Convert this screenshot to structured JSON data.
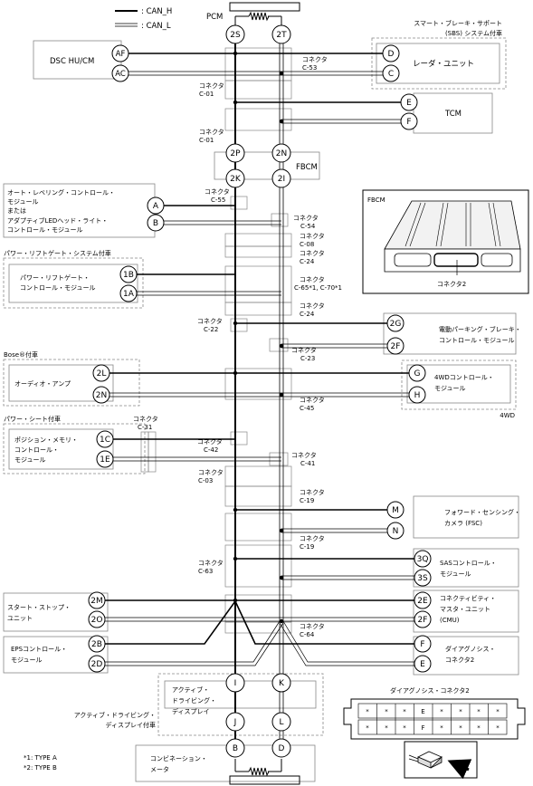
{
  "legend": {
    "can_h": ": CAN_H",
    "can_l": ": CAN_L"
  },
  "pcm": {
    "label": "PCM",
    "pin_h": "2S",
    "pin_l": "2T"
  },
  "sbs": {
    "group": [
      "スマート・ブレーキ・サポート",
      "(SBS) システム付車"
    ],
    "label": "レーダ・ユニット",
    "pin_h": "D",
    "pin_l": "C"
  },
  "dsc": {
    "label": "DSC HU/CM",
    "pin_h": "AF",
    "pin_l": "AC"
  },
  "c53": [
    "コネクタ",
    "C-53"
  ],
  "c01a": [
    "コネクタ",
    "C-01"
  ],
  "tcm": {
    "label": "TCM",
    "pin_h": "E",
    "pin_l": "F"
  },
  "c01b": [
    "コネクタ",
    "C-01"
  ],
  "fbcm": {
    "label": "FBCM",
    "pin_h1": "2P",
    "pin_l1": "2N",
    "pin_h2": "2K",
    "pin_l2": "2I"
  },
  "c55": [
    "コネクタ",
    "C-55"
  ],
  "leveling": {
    "label": [
      "オート・レベリング・コントロール・",
      "モジュール",
      "または",
      "アダプティブLEDヘッド・ライト・",
      "コントロール・モジュール"
    ],
    "pin_h": "A",
    "pin_l": "B"
  },
  "c54": [
    "コネクタ",
    "C-54"
  ],
  "c08": [
    "コネクタ",
    "C-08"
  ],
  "c24a": [
    "コネクタ",
    "C-24"
  ],
  "inset": {
    "title": "FBCM",
    "caption": "コネクタ2"
  },
  "liftgate": {
    "group": "パワー・リフトゲート・システム付車",
    "label": [
      "パワー・リフトゲート・",
      "コントロール・モジュール"
    ],
    "pin_h": "1B",
    "pin_l": "1A"
  },
  "c65": [
    "コネクタ",
    "C-65*1, C-70*1"
  ],
  "c24b": [
    "コネクタ",
    "C-24"
  ],
  "c22": [
    "コネクタ",
    "C-22"
  ],
  "epb": {
    "label": [
      "電動パーキング・ブレーキ・",
      "コントロール・モジュール"
    ],
    "pin_h": "2G",
    "pin_l": "2F"
  },
  "c23": [
    "コネクタ",
    "C-23"
  ],
  "bose": {
    "group": "Bose®付車",
    "label": "オーディオ・アンプ",
    "pin_h": "2L",
    "pin_l": "2N"
  },
  "awd": {
    "group": "4WD",
    "label": [
      "4WDコントロール・",
      "モジュール"
    ],
    "pin_h": "G",
    "pin_l": "H"
  },
  "c45": [
    "コネクタ",
    "C-45"
  ],
  "seat": {
    "group": "パワー・シート付車",
    "label": [
      "ポジション・メモリ・",
      "コントロール・",
      "モジュール"
    ],
    "pin_h": "1C",
    "pin_l": "1E"
  },
  "c31": [
    "コネクタ",
    "C-31"
  ],
  "c42": [
    "コネクタ",
    "C-42"
  ],
  "c41": [
    "コネクタ",
    "C-41"
  ],
  "c03": [
    "コネクタ",
    "C-03"
  ],
  "c19a": [
    "コネクタ",
    "C-19"
  ],
  "fsc": {
    "label": [
      "フォワード・センシング・",
      "カメラ (FSC)"
    ],
    "pin_h": "M",
    "pin_l": "N"
  },
  "c19b": [
    "コネクタ",
    "C-19"
  ],
  "c63": [
    "コネクタ",
    "C-63"
  ],
  "sas": {
    "label": [
      "SASコントロール・",
      "モジュール"
    ],
    "pin_h": "3Q",
    "pin_l": "3S"
  },
  "startstop": {
    "label": [
      "スタート・ストップ・",
      "ユニット"
    ],
    "pin_h": "2M",
    "pin_l": "2O"
  },
  "cmu": {
    "label": [
      "コネクティビティ・",
      "マスタ・ユニット",
      "(CMU)"
    ],
    "pin_h": "2E",
    "pin_l": "2F"
  },
  "c64": [
    "コネクタ",
    "C-64"
  ],
  "eps": {
    "label": [
      "EPSコントロール・",
      "モジュール"
    ],
    "pin_h": "2B",
    "pin_l": "2D"
  },
  "diag": {
    "label": [
      "ダイアグノシス・",
      "コネクタ2"
    ],
    "pin_h": "F",
    "pin_l": "E"
  },
  "adisp": {
    "group": [
      "アクティブ・ドライビング・",
      "ディスプレイ付車"
    ],
    "label": [
      "アクティブ・",
      "ドライビング・",
      "ディスプレイ"
    ],
    "pin_h1": "I",
    "pin_l1": "K",
    "pin_h2": "J",
    "pin_l2": "L"
  },
  "combi": {
    "label": [
      "コンビネーション・",
      "メータ"
    ],
    "pin_h": "B",
    "pin_l": "D"
  },
  "diag_inset": {
    "title": "ダイアグノシス・コネクタ2",
    "pin_e": "E",
    "pin_f": "F",
    "star": "*"
  },
  "notes": [
    "*1: TYPE A",
    "*2: TYPE B"
  ]
}
